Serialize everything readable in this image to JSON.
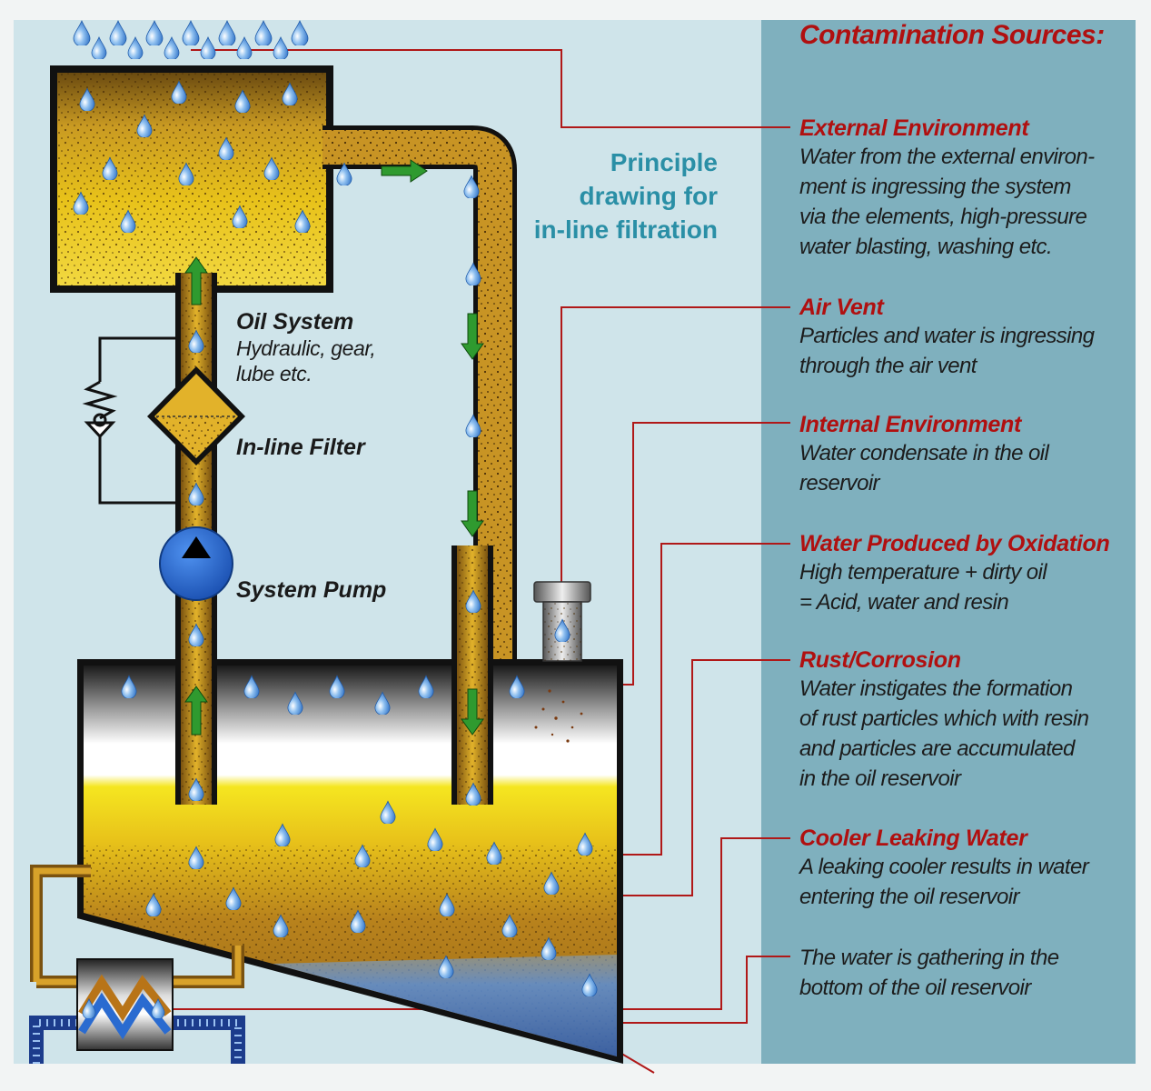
{
  "colors": {
    "panel_right": "#7fb0be",
    "panel_left": "#cfe4ea",
    "heading_red": "#b01010",
    "principle_teal": "#2a8fa6",
    "oil_yellow": "#e8c21a",
    "oil_brown": "#a87420",
    "water_blue": "#4f8fd6",
    "arrow_green": "#2f9a2f",
    "pump_blue": "#2a6bd0",
    "leader_red": "#b01818"
  },
  "panel": {
    "title": "Contamination Sources:",
    "sources": [
      {
        "heading": "External Environment",
        "lines": [
          "Water from the external environ-",
          "ment is ingressing the system",
          "via the elements, high-pressure",
          "water blasting, washing etc."
        ]
      },
      {
        "heading": "Air Vent",
        "lines": [
          "Particles and water is ingressing",
          "through the air vent"
        ]
      },
      {
        "heading": "Internal Environment",
        "lines": [
          "Water condensate in the oil",
          "reservoir"
        ]
      },
      {
        "heading": "Water Produced by Oxidation",
        "lines": [
          "High temperature + dirty oil",
          "= Acid, water and resin"
        ]
      },
      {
        "heading": "Rust/Corrosion",
        "lines": [
          "Water instigates the formation",
          "of rust particles which with resin",
          "and particles are accumulated",
          "in the oil reservoir"
        ]
      },
      {
        "heading": "Cooler Leaking Water",
        "lines": [
          "A leaking cooler results in water",
          "entering the oil reservoir"
        ]
      },
      {
        "heading": "",
        "lines": [
          "The water is gathering in the",
          "bottom of the oil reservoir"
        ]
      }
    ]
  },
  "diagram": {
    "principle_lines": [
      "Principle",
      "drawing for",
      "in-line filtration"
    ],
    "oil_system": {
      "title": "Oil System",
      "lines": [
        "Hydraulic, gear,",
        "lube etc."
      ]
    },
    "filter_label": "In-line Filter",
    "pump_label": "System Pump"
  }
}
